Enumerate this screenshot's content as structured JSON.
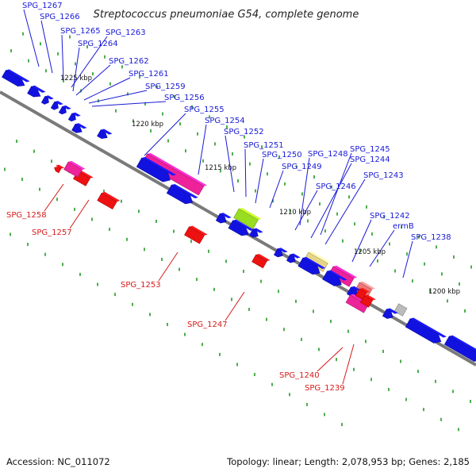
{
  "title": "Streptococcus pneumoniae G54, complete genome",
  "footer": {
    "accession": "Accession: NC_011072",
    "stats": "Topology: linear; Length: 2,078,953 bp; Genes: 2,185"
  },
  "kbp_ticks": [
    "1225 kbp",
    "1220 kbp",
    "1215 kbp",
    "1210 kbp",
    "1205 kbp",
    "1200 kbp"
  ],
  "labels_top": [
    "SPG_1267",
    "SPG_1266",
    "SPG_1265",
    "SPG_1263",
    "SPG_1264",
    "SPG_1262",
    "SPG_1261",
    "SPG_1259",
    "SPG_1256",
    "SPG_1255",
    "SPG_1254",
    "SPG_1252",
    "SPG_1251",
    "SPG_1250",
    "SPG_1248",
    "SPG_1245",
    "SPG_1249",
    "SPG_1244",
    "SPG_1246",
    "SPG_1243",
    "SPG_1242",
    "ermB",
    "SPG_1238"
  ],
  "labels_bottom": [
    "SPG_1258",
    "SPG_1257",
    "SPG_1253",
    "SPG_1247",
    "SPG_1240",
    "SPG_1239"
  ],
  "colors": {
    "axis": "#7a7a7a",
    "cds_forward": "#1212e0",
    "cds_reverse": "#ee1111",
    "magenta": "#ee2299",
    "lime": "#99dd22",
    "khaki": "#e6d488",
    "salmon": "#ee7777",
    "grey": "#bbbbbb",
    "tick_green": "#1f9a1f",
    "label_blue": "#1a1ad6",
    "label_red": "#d61a1a"
  }
}
